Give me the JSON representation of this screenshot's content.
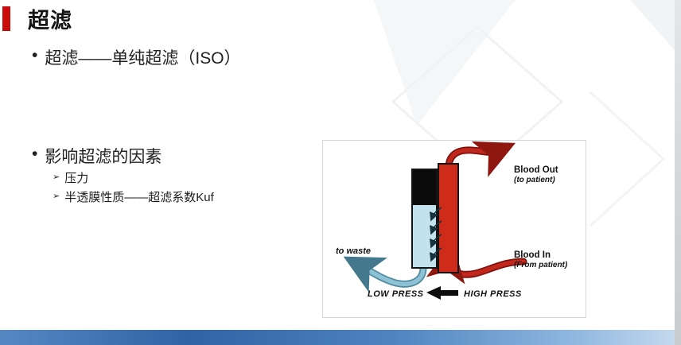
{
  "slide": {
    "title": "超滤",
    "bullet_marker": "•",
    "sub_marker": "➢",
    "bullets": [
      {
        "text": "超滤——单纯超滤（ISO）"
      },
      {
        "text": "影响超滤的因素"
      }
    ],
    "sub_bullets": [
      {
        "text": "压力"
      },
      {
        "text": "半透膜性质——超滤系数Kuf"
      }
    ]
  },
  "diagram": {
    "blood_out_label": "Blood Out",
    "blood_out_sub": "(to patient)",
    "blood_in_label": "Blood In",
    "blood_in_sub": "(From patient)",
    "to_waste_label": "to waste",
    "low_press_label": "LOW PRESS",
    "high_press_label": "HIGH PRESS",
    "colors": {
      "blood": "#cf2b1a",
      "blood_tube": "#c1271c",
      "blood_tube_edge": "#7e140d",
      "dialysate": "#c2e3ee",
      "membrane_cap": "#0b0b0b",
      "waste_tube": "#8cc2d3",
      "waste_tube_edge": "#4e8ba1"
    }
  },
  "theme": {
    "accent_red": "#c90b0b",
    "footer_blue": "#2e63a6"
  }
}
